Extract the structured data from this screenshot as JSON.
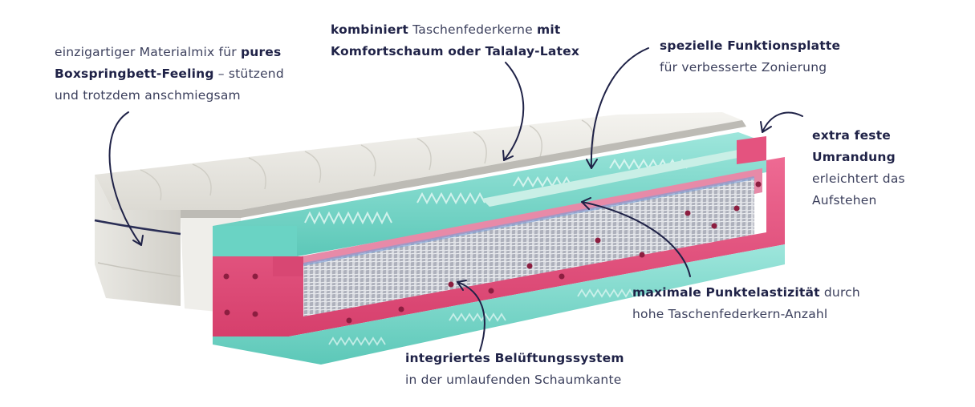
{
  "colors": {
    "text_dark": "#1f2247",
    "text_regular": "#3b3f5c",
    "arrow": "#1f2247",
    "cover": "#ecebe6",
    "mint_foam": "#7fd9cc",
    "pink_foam": "#e4537f",
    "springs": "#b9bcc6"
  },
  "labels": {
    "materialmix": {
      "line1_regular": "einzigartiger Materialmix für ",
      "line1_bold": "pures",
      "line2_bold": "Boxspringbett-Feeling",
      "line2_regular": " – stützend",
      "line3_regular": "und trotzdem anschmiegsam"
    },
    "kombiniert": {
      "line1_bold": "kombiniert",
      "line1_regular": " Taschenfederkerne ",
      "line1_bold2": "mit",
      "line2_bold": "Komfortschaum oder Talalay-Latex"
    },
    "funktionsplatte": {
      "line1_bold": "spezielle Funktionsplatte",
      "line2_regular": "für verbesserte Zonierung"
    },
    "umrandung": {
      "line1_bold": "extra feste",
      "line2_bold": "Umrandung",
      "line3_regular": "erleichtert das",
      "line4_regular": "Aufstehen"
    },
    "punktelastizitaet": {
      "line1_bold": "maximale Punktelastizität",
      "line1_regular": " durch",
      "line2_regular": "hohe Taschenfederkern-Anzahl"
    },
    "belueftung": {
      "line1_bold": "integriertes Belüftungssystem",
      "line2_regular": "in der umlaufenden Schaumkante"
    }
  }
}
